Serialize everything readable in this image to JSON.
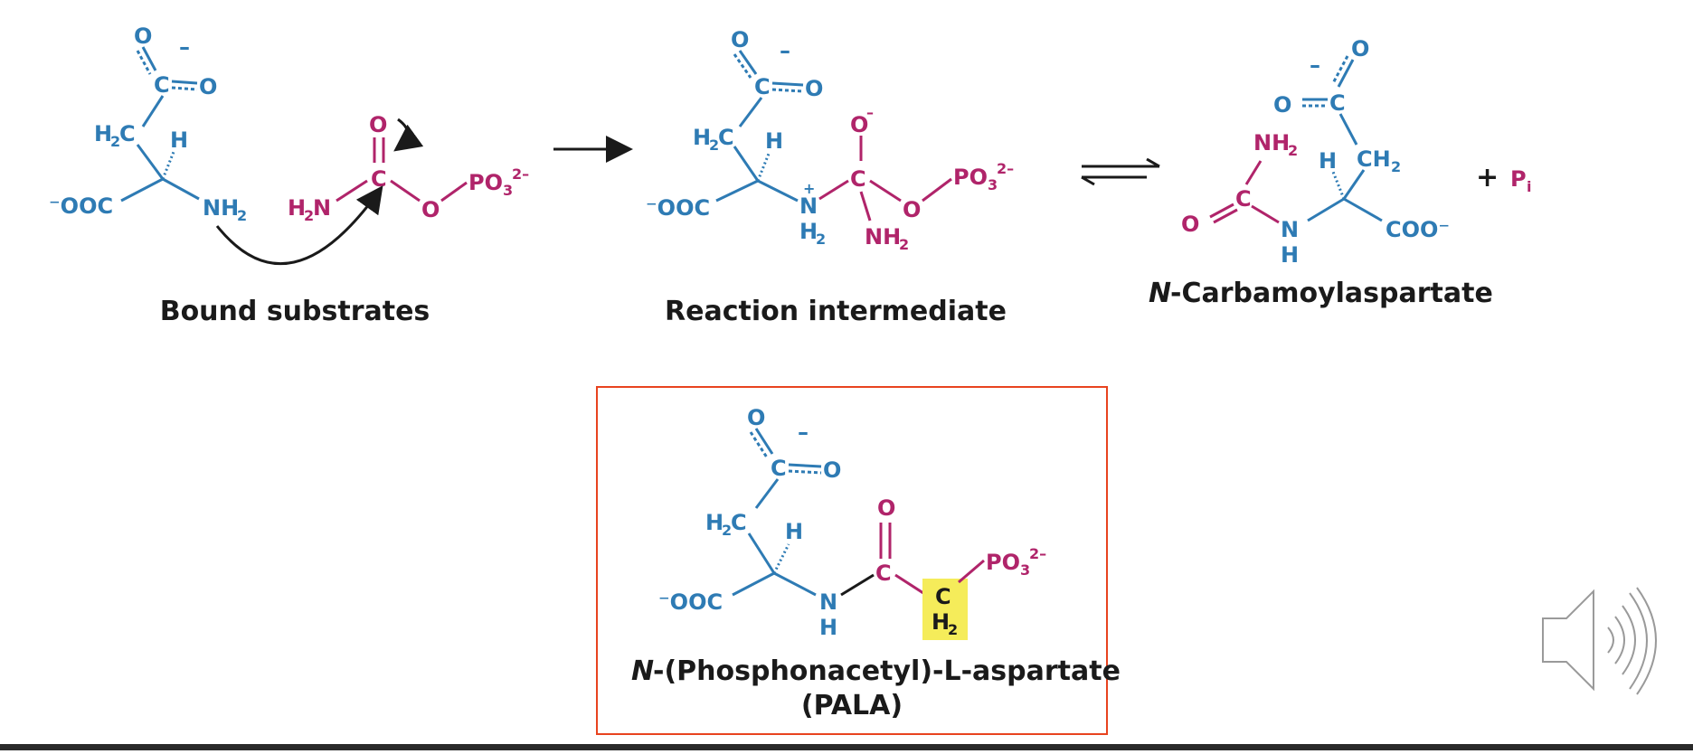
{
  "labels": {
    "bound": "Bound substrates",
    "intermediate": "Reaction intermediate",
    "product_prefix": "N",
    "product_rest": "-Carbamoylaspartate",
    "pala_prefix": "N",
    "pala_rest": "-(Phosphonacetyl)-L-aspartate",
    "pala_abbrev": "(PALA)"
  },
  "reaction": {
    "plus": "+",
    "pi": "P",
    "pi_sub": "i"
  },
  "colors": {
    "aspartate": "#2e7bb4",
    "carbamoyl": "#b0246a",
    "highlight": "#f5ec5a",
    "box_border": "#e8431f"
  },
  "icons": {
    "speaker": "speaker-icon"
  }
}
